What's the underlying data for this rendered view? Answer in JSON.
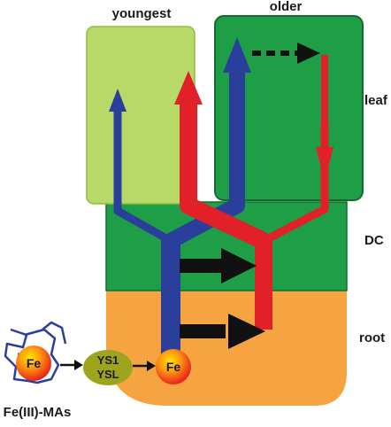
{
  "labels": {
    "youngest": "youngest",
    "older": "older",
    "leaf": "leaf",
    "dc": "DC",
    "root": "root",
    "fe_complex": "Fe(III)-MAs",
    "transporter_line1": "YS1",
    "transporter_line2": "YSL"
  },
  "fe": {
    "free": "Fe",
    "complex": "Fe"
  },
  "colors": {
    "young_leaf": "#b6d968",
    "old_leaf": "#1f9e48",
    "dc_region": "#1f9e48",
    "root_region": "#f6a442",
    "blue_path": "#2a3f9c",
    "red_path": "#e12028",
    "arrow_black": "#111111",
    "transporter": "#9ea51c"
  }
}
